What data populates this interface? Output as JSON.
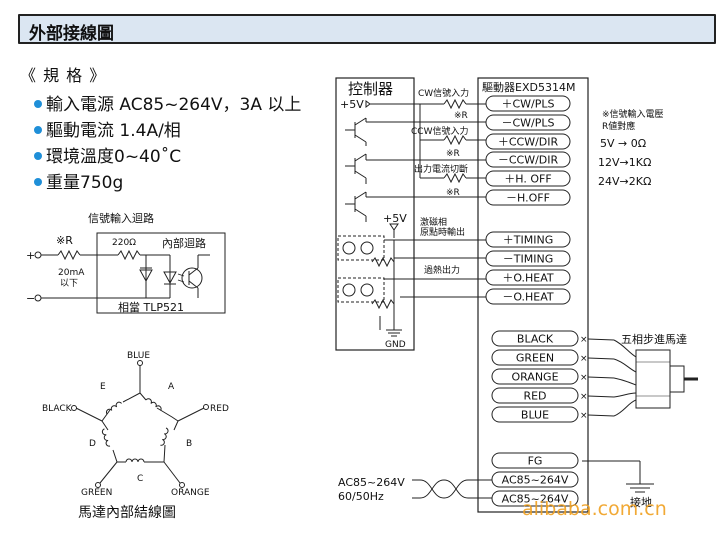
{
  "header": {
    "title": "外部接線圖"
  },
  "specs": {
    "heading": "《 規 格 》",
    "items": [
      "輸入電源 AC85~264V，3A 以上",
      "驅動電流 1.4A/相",
      "環境溫度0~40˚C",
      "重量750g"
    ]
  },
  "input_circuit": {
    "title": "信號輸入迴路",
    "resistor_label": "※R",
    "current_label": "20mA",
    "current_sub": "以下",
    "internal_resistor": "220Ω",
    "internal_label": "內部迴路",
    "equiv_label": "相當  TLP521",
    "plus": "+",
    "minus": "−"
  },
  "motor_wiring": {
    "title": "馬達內部結線圖",
    "leads": {
      "blue": "BLUE",
      "black": "BLACK",
      "red": "RED",
      "green": "GREEN",
      "orange": "ORANGE"
    },
    "phases": {
      "a": "A",
      "b": "B",
      "c": "C",
      "d": "D",
      "e": "E"
    }
  },
  "controller": {
    "title": "控制器",
    "supply": "+5V",
    "gnd": "GND",
    "plus5v_2": "+5V",
    "labels": {
      "cw": "CW信號入力",
      "ccw": "CCW信號入力",
      "current_cut": "出力電流切斷",
      "excitation_1": "激磁相",
      "excitation_2": "原點時輸出",
      "overheat": "過熱出力",
      "r1": "※R",
      "r2": "※R",
      "r3": "※R"
    }
  },
  "driver": {
    "title": "驅動器EXD5314M",
    "terminals": [
      "＋CW/PLS",
      "－CW/PLS",
      "＋CCW/DIR",
      "－CCW/DIR",
      "＋H. OFF",
      "－H.OFF",
      "＋TIMING",
      "－TIMING",
      "＋O.HEAT",
      "－O.HEAT"
    ],
    "motor_terminals": [
      "BLACK",
      "GREEN",
      "ORANGE",
      "RED",
      "BLUE"
    ],
    "power_terminals": [
      "FG",
      "AC85~264V",
      "AC85~264V"
    ]
  },
  "note": {
    "title_1": "※信號輸入電壓",
    "title_2": "R値對應",
    "rows": [
      "5V  → 0Ω",
      "12V→1KΩ",
      "24V→2KΩ"
    ]
  },
  "motor": {
    "label": "五相步進馬達"
  },
  "power_input": {
    "label_1": "AC85~264V",
    "label_2": "60/50Hz"
  },
  "ground": {
    "label": "接地"
  },
  "watermark": "alibaba.com.cn"
}
